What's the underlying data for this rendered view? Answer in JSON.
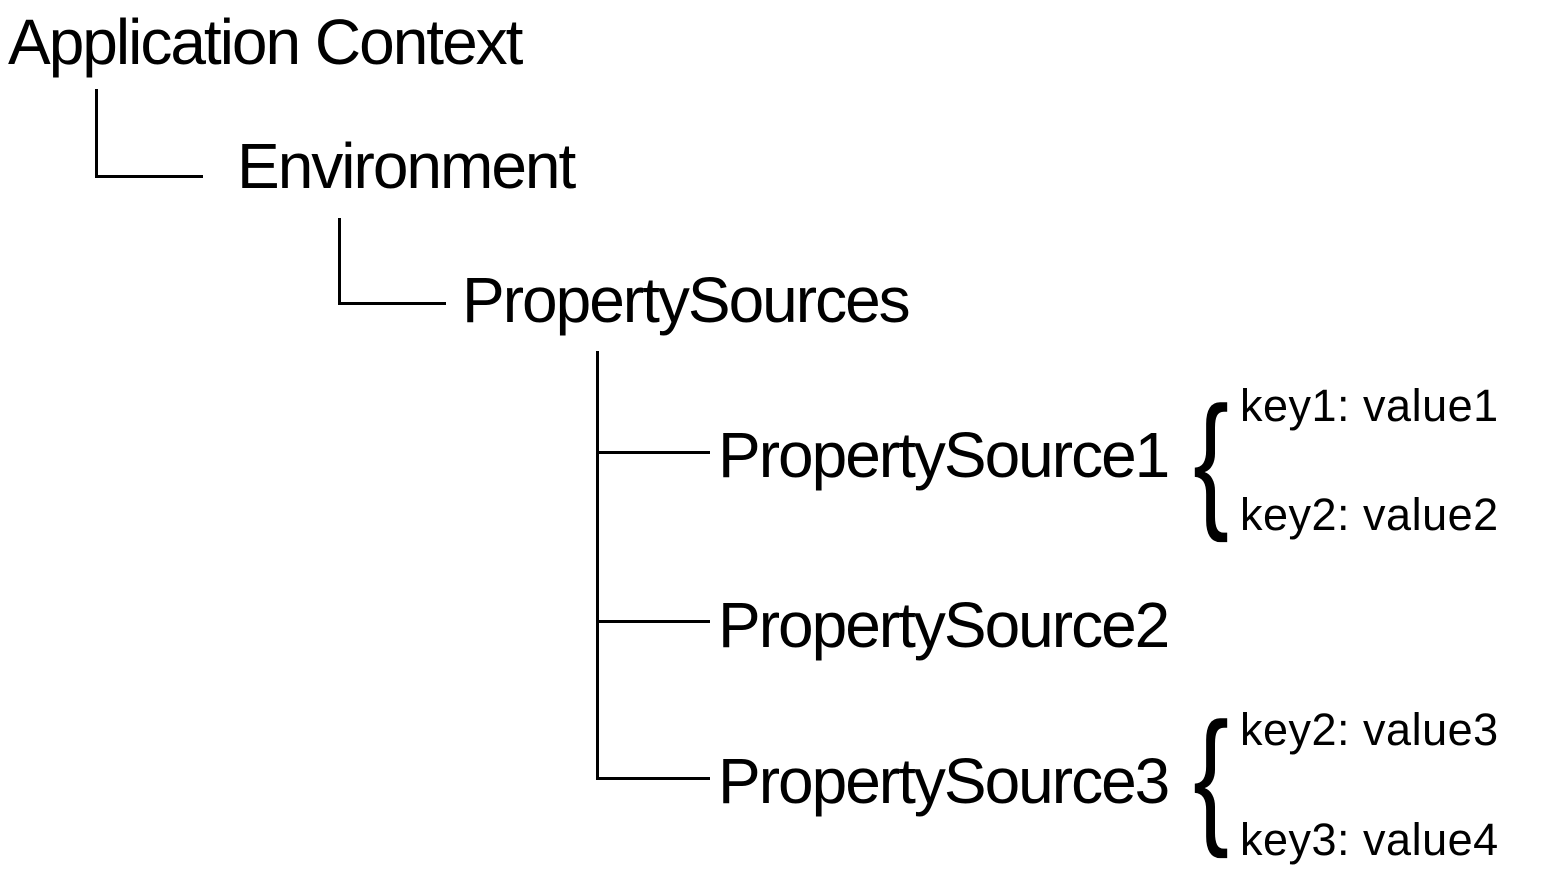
{
  "background": "#ffffff",
  "colors": {
    "line": "#000000",
    "text": "#000000"
  },
  "glyphs": {
    "brace": "{"
  },
  "tree": {
    "root": {
      "label": "Application Context"
    },
    "environment": {
      "label": "Environment"
    },
    "property_sources": {
      "label": "PropertySources"
    },
    "sources": [
      {
        "label": "PropertySource1",
        "entries": [
          "key1: value1",
          "key2: value2"
        ]
      },
      {
        "label": "PropertySource2",
        "entries": []
      },
      {
        "label": "PropertySource3",
        "entries": [
          "key2: value3",
          "key3: value4"
        ]
      }
    ]
  }
}
